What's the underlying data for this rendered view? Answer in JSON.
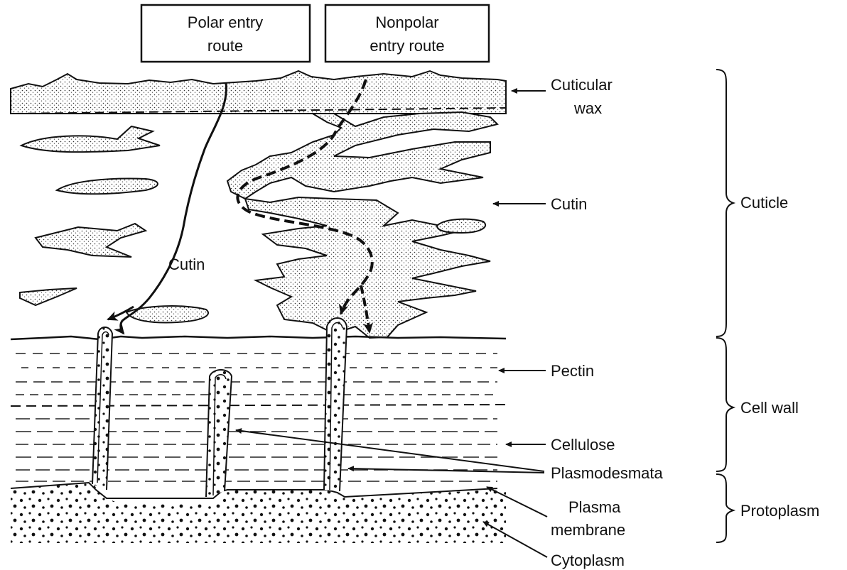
{
  "header_boxes": {
    "polar": [
      "Polar entry",
      "route"
    ],
    "nonpolar": [
      "Nonpolar",
      "entry route"
    ]
  },
  "inline_labels": {
    "cutin_center": "Cutin"
  },
  "right_labels": {
    "cuticular_wax": [
      "Cuticular",
      "wax"
    ],
    "cutin": "Cutin",
    "pectin": "Pectin",
    "cellulose": "Cellulose",
    "plasmodesmata": "Plasmodesmata",
    "plasma_membrane": [
      "Plasma",
      "membrane"
    ],
    "cytoplasm": "Cytoplasm"
  },
  "brace_labels": {
    "cuticle": "Cuticle",
    "cell_wall": "Cell wall",
    "protoplasm": "Protoplasm"
  }
}
